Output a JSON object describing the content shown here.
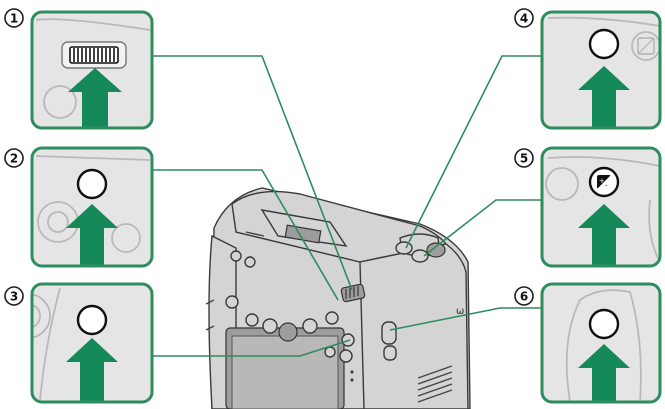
{
  "markers": [
    {
      "id": "1",
      "label": "1"
    },
    {
      "id": "2",
      "label": "2"
    },
    {
      "id": "3",
      "label": "3"
    },
    {
      "id": "4",
      "label": "4"
    },
    {
      "id": "5",
      "label": "5"
    },
    {
      "id": "6",
      "label": "6"
    }
  ],
  "colors": {
    "accent_green": "#16895a",
    "frame_green": "#2e8c5e",
    "panel_gray": "#e5e5e5"
  },
  "icons": {
    "exposure_comp": "exposure-compensation-icon",
    "arrow": "up-arrow-icon"
  }
}
